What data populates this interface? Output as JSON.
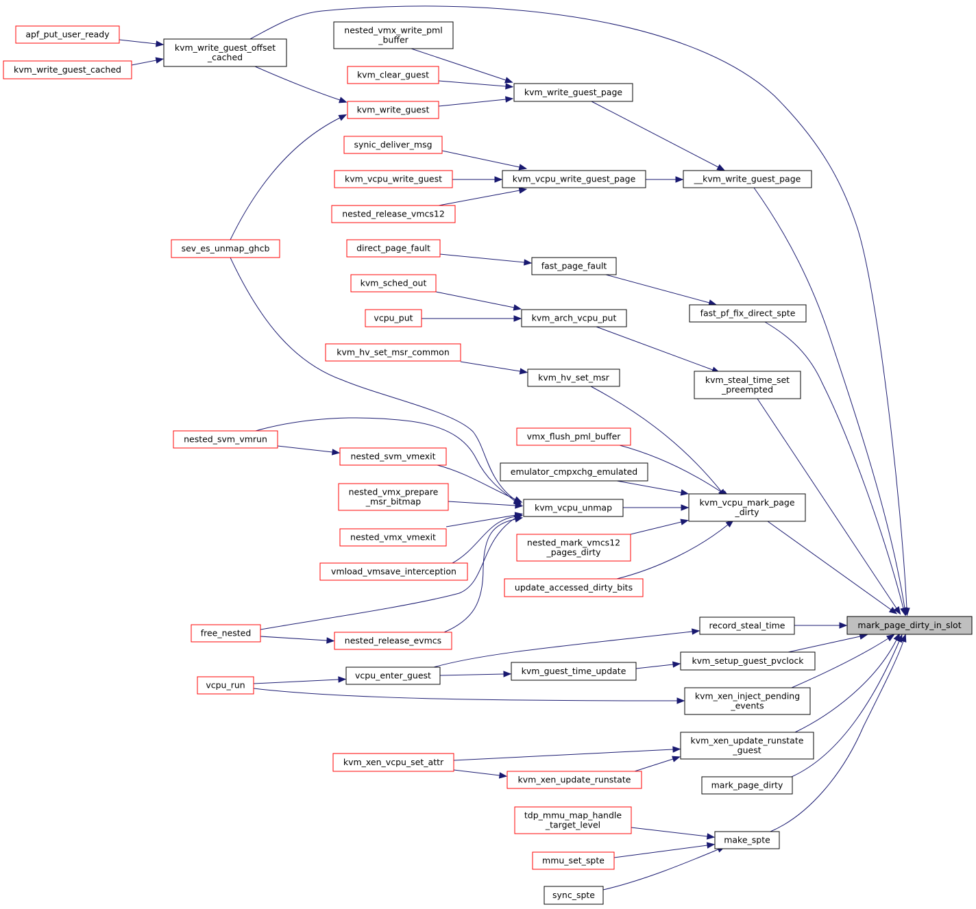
{
  "colors": {
    "edge": "#191970",
    "red_border": "#ff0000",
    "black_border": "#000000",
    "focus_fill": "#bfbfbf"
  },
  "nodes": [
    {
      "id": "mpdis",
      "lines": [
        "mark_page_dirty_in_slot"
      ],
      "style": "focus"
    },
    {
      "id": "apf",
      "lines": [
        "apf_put_user_ready"
      ],
      "style": "red"
    },
    {
      "id": "kwgc",
      "lines": [
        "kvm_write_guest_cached"
      ],
      "style": "red"
    },
    {
      "id": "kwgoc",
      "lines": [
        "kvm_write_guest_offset",
        "_cached"
      ],
      "style": "black"
    },
    {
      "id": "nvwpb",
      "lines": [
        "nested_vmx_write_pml",
        "_buffer"
      ],
      "style": "black"
    },
    {
      "id": "kcg",
      "lines": [
        "kvm_clear_guest"
      ],
      "style": "red"
    },
    {
      "id": "kwg",
      "lines": [
        "kvm_write_guest"
      ],
      "style": "red"
    },
    {
      "id": "kwgp",
      "lines": [
        "kvm_write_guest_page"
      ],
      "style": "black"
    },
    {
      "id": "sdm",
      "lines": [
        "synic_deliver_msg"
      ],
      "style": "red"
    },
    {
      "id": "kvwg",
      "lines": [
        "kvm_vcpu_write_guest"
      ],
      "style": "red"
    },
    {
      "id": "nrv12",
      "lines": [
        "nested_release_vmcs12"
      ],
      "style": "red"
    },
    {
      "id": "kvwgp",
      "lines": [
        "kvm_vcpu_write_guest_page"
      ],
      "style": "black"
    },
    {
      "id": "ukwgp",
      "lines": [
        "__kvm_write_guest_page"
      ],
      "style": "black"
    },
    {
      "id": "seug",
      "lines": [
        "sev_es_unmap_ghcb"
      ],
      "style": "red"
    },
    {
      "id": "dpf",
      "lines": [
        "direct_page_fault"
      ],
      "style": "red"
    },
    {
      "id": "fpf",
      "lines": [
        "fast_page_fault"
      ],
      "style": "black"
    },
    {
      "id": "fpfds",
      "lines": [
        "fast_pf_fix_direct_spte"
      ],
      "style": "black"
    },
    {
      "id": "kso",
      "lines": [
        "kvm_sched_out"
      ],
      "style": "red"
    },
    {
      "id": "vp",
      "lines": [
        "vcpu_put"
      ],
      "style": "red"
    },
    {
      "id": "kavp",
      "lines": [
        "kvm_arch_vcpu_put"
      ],
      "style": "black"
    },
    {
      "id": "khsmc",
      "lines": [
        "kvm_hv_set_msr_common"
      ],
      "style": "red"
    },
    {
      "id": "khsm",
      "lines": [
        "kvm_hv_set_msr"
      ],
      "style": "black"
    },
    {
      "id": "kstsp",
      "lines": [
        "kvm_steal_time_set",
        "_preempted"
      ],
      "style": "black"
    },
    {
      "id": "nsv",
      "lines": [
        "nested_svm_vmrun"
      ],
      "style": "red"
    },
    {
      "id": "nsve",
      "lines": [
        "nested_svm_vmexit"
      ],
      "style": "red"
    },
    {
      "id": "vfpb",
      "lines": [
        "vmx_flush_pml_buffer"
      ],
      "style": "red"
    },
    {
      "id": "ece",
      "lines": [
        "emulator_cmpxchg_emulated"
      ],
      "style": "black"
    },
    {
      "id": "nvpmb",
      "lines": [
        "nested_vmx_prepare",
        "_msr_bitmap"
      ],
      "style": "red"
    },
    {
      "id": "kvu",
      "lines": [
        "kvm_vcpu_unmap"
      ],
      "style": "black"
    },
    {
      "id": "kvmpd",
      "lines": [
        "kvm_vcpu_mark_page",
        "_dirty"
      ],
      "style": "black"
    },
    {
      "id": "nvve",
      "lines": [
        "nested_vmx_vmexit"
      ],
      "style": "red"
    },
    {
      "id": "nmv12",
      "lines": [
        "nested_mark_vmcs12",
        "_pages_dirty"
      ],
      "style": "red"
    },
    {
      "id": "vvi",
      "lines": [
        "vmload_vmsave_interception"
      ],
      "style": "red"
    },
    {
      "id": "uadb",
      "lines": [
        "update_accessed_dirty_bits"
      ],
      "style": "red"
    },
    {
      "id": "fn",
      "lines": [
        "free_nested"
      ],
      "style": "red"
    },
    {
      "id": "rst",
      "lines": [
        "record_steal_time"
      ],
      "style": "black"
    },
    {
      "id": "nre",
      "lines": [
        "nested_release_evmcs"
      ],
      "style": "red"
    },
    {
      "id": "ksgp",
      "lines": [
        "kvm_setup_guest_pvclock"
      ],
      "style": "black"
    },
    {
      "id": "veg",
      "lines": [
        "vcpu_enter_guest"
      ],
      "style": "black"
    },
    {
      "id": "kgtu",
      "lines": [
        "kvm_guest_time_update"
      ],
      "style": "black"
    },
    {
      "id": "vr",
      "lines": [
        "vcpu_run"
      ],
      "style": "red"
    },
    {
      "id": "kxipe",
      "lines": [
        "kvm_xen_inject_pending",
        "_events"
      ],
      "style": "black"
    },
    {
      "id": "kxurg",
      "lines": [
        "kvm_xen_update_runstate",
        "_guest"
      ],
      "style": "black"
    },
    {
      "id": "kxvsa",
      "lines": [
        "kvm_xen_vcpu_set_attr"
      ],
      "style": "red"
    },
    {
      "id": "kxur",
      "lines": [
        "kvm_xen_update_runstate"
      ],
      "style": "red"
    },
    {
      "id": "mpd",
      "lines": [
        "mark_page_dirty"
      ],
      "style": "black"
    },
    {
      "id": "tmmhtl",
      "lines": [
        "tdp_mmu_map_handle",
        "_target_level"
      ],
      "style": "red"
    },
    {
      "id": "ms",
      "lines": [
        "make_spte"
      ],
      "style": "black"
    },
    {
      "id": "mss",
      "lines": [
        "mmu_set_spte"
      ],
      "style": "red"
    },
    {
      "id": "ss",
      "lines": [
        "sync_spte"
      ],
      "style": "black"
    }
  ]
}
